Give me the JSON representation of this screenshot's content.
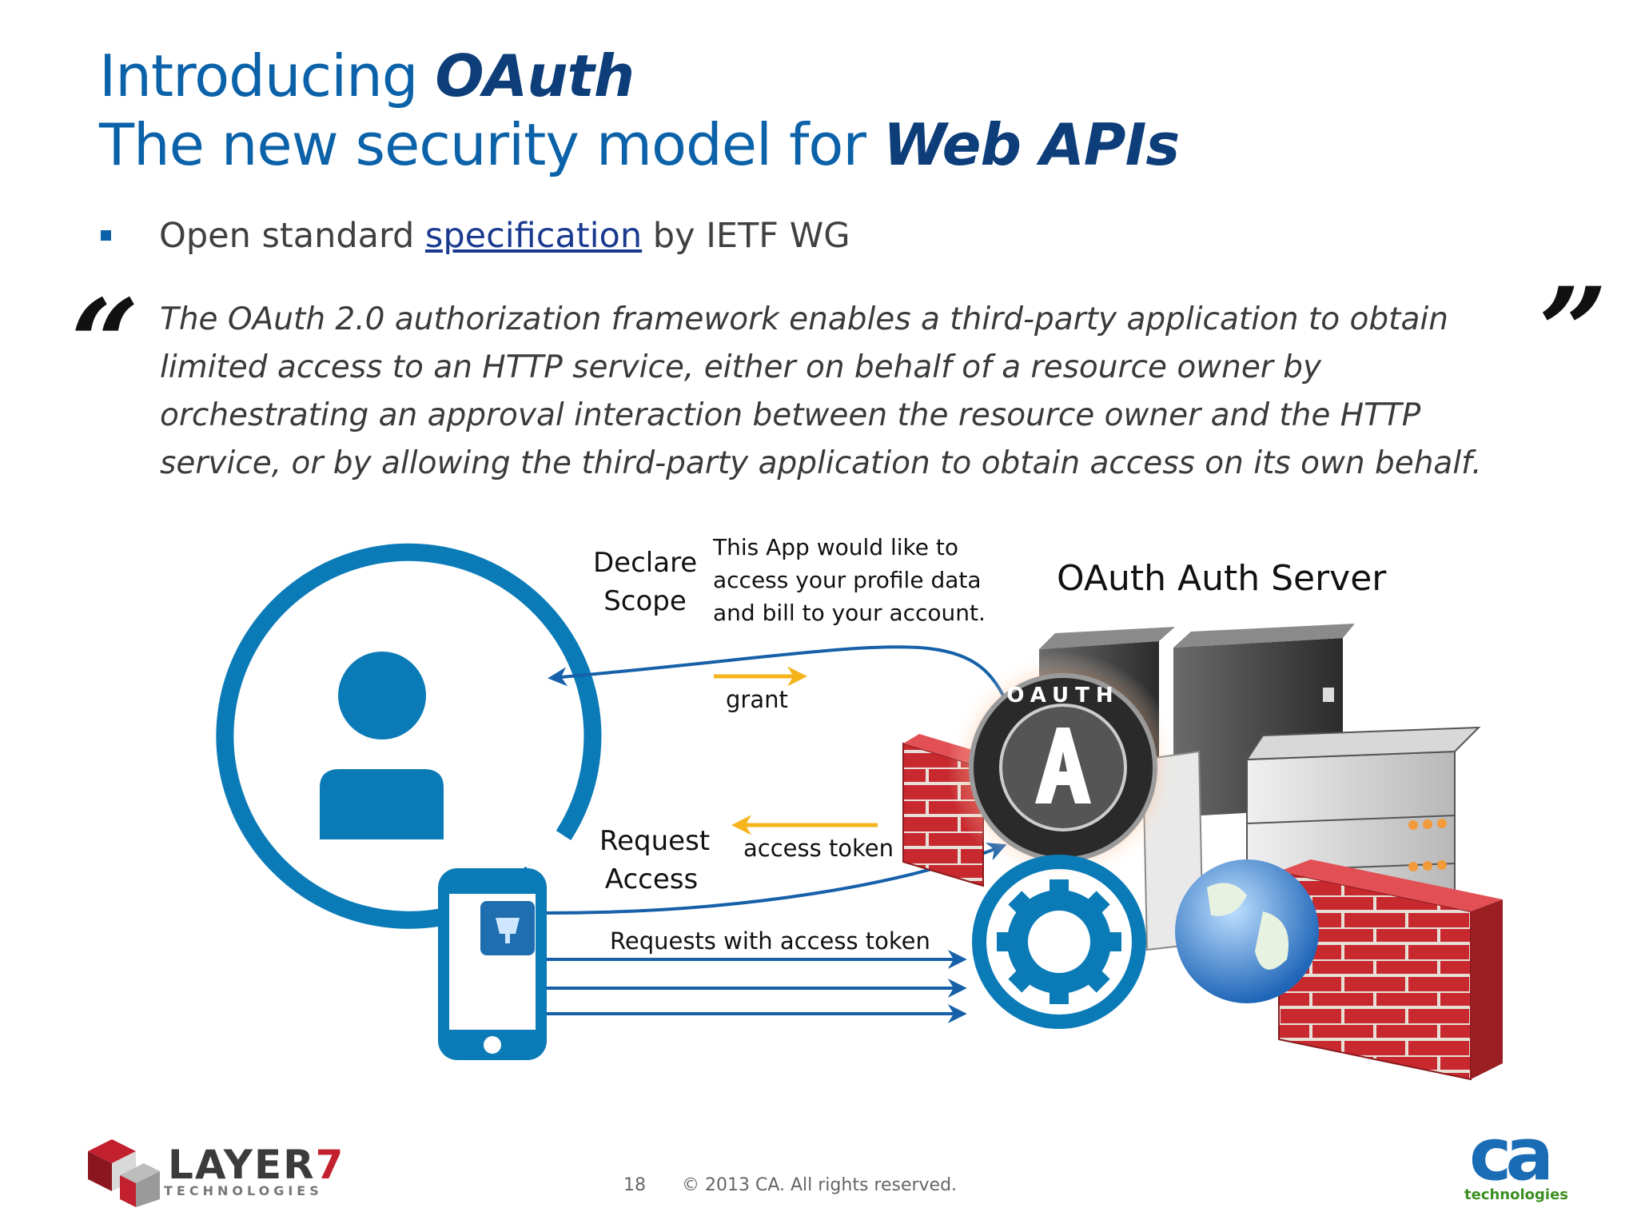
{
  "title": {
    "line1_prefix": "Introducing ",
    "line1_emph": "OAuth",
    "line2_prefix": "The new security model for ",
    "line2_emph": "Web APIs"
  },
  "bullet": {
    "prefix": "Open standard ",
    "link": "specification",
    "suffix": " by IETF WG"
  },
  "quote": {
    "open_mark": "“",
    "close_mark": "”",
    "text": "The OAuth 2.0 authorization framework enables a third-party application to obtain limited access to an HTTP service, either on behalf of a resource owner by orchestrating an approval interaction between the resource owner and the HTTP service, or by allowing the third-party application to obtain access on its own behalf."
  },
  "diagram": {
    "declare_scope": [
      "Declare",
      "Scope"
    ],
    "scope_note": [
      "This App would like to",
      "access your profile data",
      "and bill to your account."
    ],
    "server_title": "OAuth Auth Server",
    "grant": "grant",
    "request_access": [
      "Request",
      "Access"
    ],
    "access_token": "access token",
    "requests_with_token": "Requests with access token",
    "badge_text": "OAUTH",
    "badge_letter": "A",
    "colors": {
      "blue": "#0b7bb8",
      "arrow_blue": "#1560a8",
      "yellow": "#f5b31c",
      "brick": "#c8292e"
    }
  },
  "footer": {
    "page": "18",
    "copyright": "© 2013 CA. All rights reserved.",
    "layer7_word": "LAYER",
    "layer7_num": "7",
    "layer7_sub": "TECHNOLOGIES",
    "ca_word": "ca",
    "ca_sub": "technologies"
  }
}
